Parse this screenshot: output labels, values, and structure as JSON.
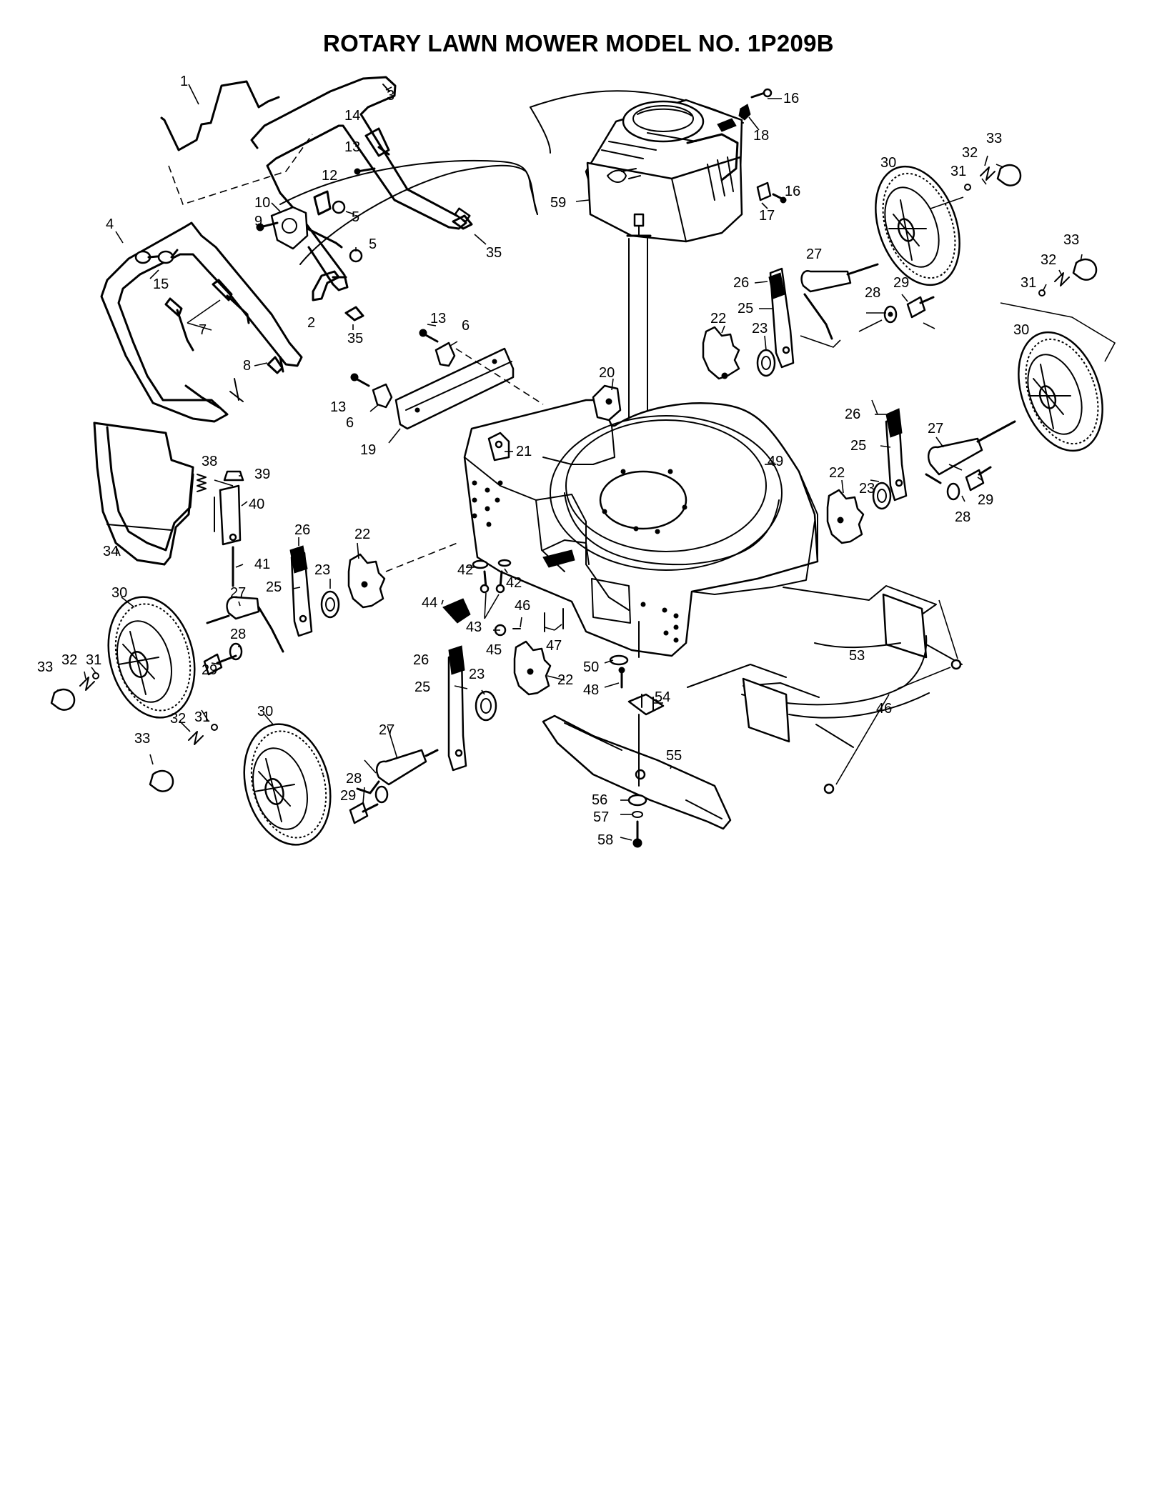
{
  "title": "ROTARY LAWN MOWER MODEL NO. 1P209B",
  "part_labels": [
    {
      "id": "1",
      "text": "1"
    },
    {
      "id": "2",
      "text": "2"
    },
    {
      "id": "3",
      "text": "3"
    },
    {
      "id": "4",
      "text": "4"
    },
    {
      "id": "5a",
      "text": "5"
    },
    {
      "id": "5b",
      "text": "5"
    },
    {
      "id": "6a",
      "text": "6"
    },
    {
      "id": "6b",
      "text": "6"
    },
    {
      "id": "7",
      "text": "7"
    },
    {
      "id": "8",
      "text": "8"
    },
    {
      "id": "9",
      "text": "9"
    },
    {
      "id": "10",
      "text": "10"
    },
    {
      "id": "12",
      "text": "12"
    },
    {
      "id": "13a",
      "text": "13"
    },
    {
      "id": "13b",
      "text": "13"
    },
    {
      "id": "13c",
      "text": "13"
    },
    {
      "id": "14",
      "text": "14"
    },
    {
      "id": "15",
      "text": "15"
    },
    {
      "id": "16a",
      "text": "16"
    },
    {
      "id": "16b",
      "text": "16"
    },
    {
      "id": "17",
      "text": "17"
    },
    {
      "id": "18",
      "text": "18"
    },
    {
      "id": "19",
      "text": "19"
    },
    {
      "id": "20",
      "text": "20"
    },
    {
      "id": "21",
      "text": "21"
    },
    {
      "id": "22a",
      "text": "22"
    },
    {
      "id": "22b",
      "text": "22"
    },
    {
      "id": "22c",
      "text": "22"
    },
    {
      "id": "22d",
      "text": "22"
    },
    {
      "id": "23a",
      "text": "23"
    },
    {
      "id": "23b",
      "text": "23"
    },
    {
      "id": "23c",
      "text": "23"
    },
    {
      "id": "23d",
      "text": "23"
    },
    {
      "id": "25a",
      "text": "25"
    },
    {
      "id": "25b",
      "text": "25"
    },
    {
      "id": "25c",
      "text": "25"
    },
    {
      "id": "25d",
      "text": "25"
    },
    {
      "id": "26a",
      "text": "26"
    },
    {
      "id": "26b",
      "text": "26"
    },
    {
      "id": "26c",
      "text": "26"
    },
    {
      "id": "26d",
      "text": "26"
    },
    {
      "id": "27a",
      "text": "27"
    },
    {
      "id": "27b",
      "text": "27"
    },
    {
      "id": "27c",
      "text": "27"
    },
    {
      "id": "27d",
      "text": "27"
    },
    {
      "id": "28a",
      "text": "28"
    },
    {
      "id": "28b",
      "text": "28"
    },
    {
      "id": "28c",
      "text": "28"
    },
    {
      "id": "28d",
      "text": "28"
    },
    {
      "id": "29a",
      "text": "29"
    },
    {
      "id": "29b",
      "text": "29"
    },
    {
      "id": "29c",
      "text": "29"
    },
    {
      "id": "29d",
      "text": "29"
    },
    {
      "id": "30a",
      "text": "30"
    },
    {
      "id": "30b",
      "text": "30"
    },
    {
      "id": "30c",
      "text": "30"
    },
    {
      "id": "30d",
      "text": "30"
    },
    {
      "id": "31a",
      "text": "31"
    },
    {
      "id": "31b",
      "text": "31"
    },
    {
      "id": "31c",
      "text": "31"
    },
    {
      "id": "31d",
      "text": "31"
    },
    {
      "id": "32a",
      "text": "32"
    },
    {
      "id": "32b",
      "text": "32"
    },
    {
      "id": "32c",
      "text": "32"
    },
    {
      "id": "32d",
      "text": "32"
    },
    {
      "id": "33a",
      "text": "33"
    },
    {
      "id": "33b",
      "text": "33"
    },
    {
      "id": "33c",
      "text": "33"
    },
    {
      "id": "33d",
      "text": "33"
    },
    {
      "id": "34",
      "text": "34"
    },
    {
      "id": "35a",
      "text": "35"
    },
    {
      "id": "35b",
      "text": "35"
    },
    {
      "id": "38",
      "text": "38"
    },
    {
      "id": "39",
      "text": "39"
    },
    {
      "id": "40",
      "text": "40"
    },
    {
      "id": "41",
      "text": "41"
    },
    {
      "id": "42a",
      "text": "42"
    },
    {
      "id": "42b",
      "text": "42"
    },
    {
      "id": "43",
      "text": "43"
    },
    {
      "id": "44",
      "text": "44"
    },
    {
      "id": "45",
      "text": "45"
    },
    {
      "id": "46a",
      "text": "46"
    },
    {
      "id": "46b",
      "text": "46"
    },
    {
      "id": "47",
      "text": "47"
    },
    {
      "id": "48",
      "text": "48"
    },
    {
      "id": "49",
      "text": "49"
    },
    {
      "id": "50",
      "text": "50"
    },
    {
      "id": "53",
      "text": "53"
    },
    {
      "id": "54",
      "text": "54"
    },
    {
      "id": "55",
      "text": "55"
    },
    {
      "id": "56",
      "text": "56"
    },
    {
      "id": "57",
      "text": "57"
    },
    {
      "id": "58",
      "text": "58"
    },
    {
      "id": "59",
      "text": "59"
    }
  ]
}
